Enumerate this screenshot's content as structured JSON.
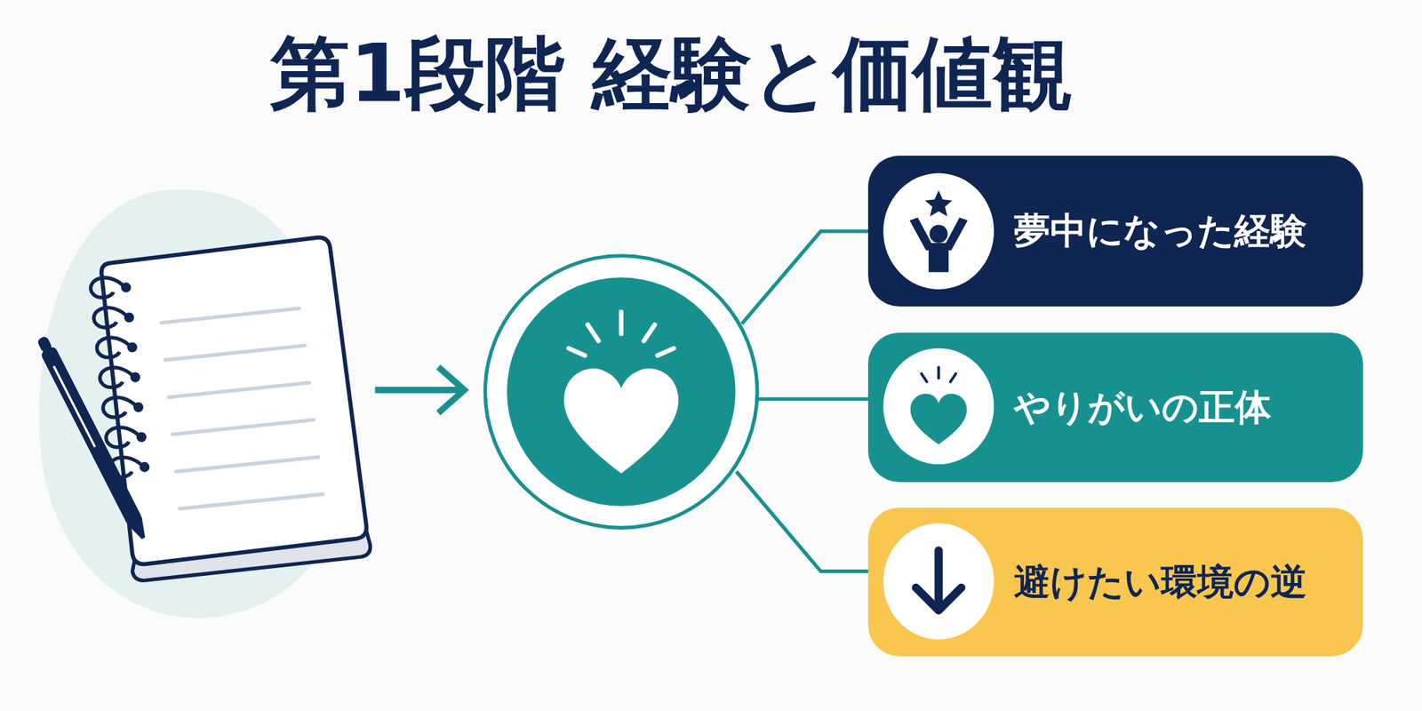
{
  "diagram": {
    "title": "第1段階 経験と価値観",
    "nodes": [
      {
        "text": [
          "夢中になった経験"
        ]
      },
      {
        "text": [
          "やりがいの正体"
        ]
      },
      {
        "text": [
          "避けたい環境の逆"
        ]
      }
    ]
  }
}
